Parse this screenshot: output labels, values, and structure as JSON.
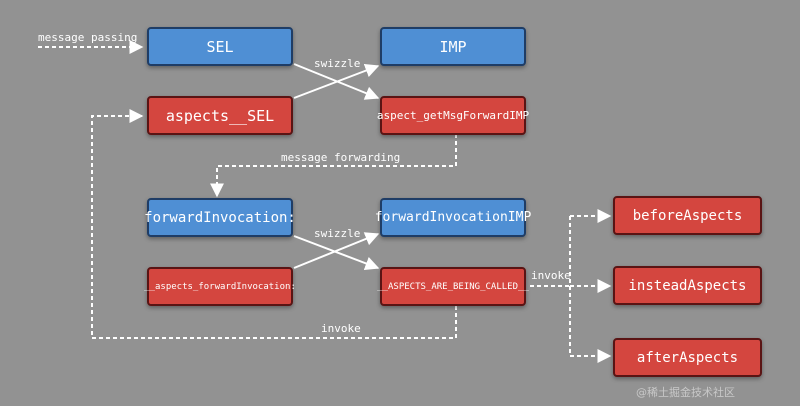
{
  "nodes": {
    "sel": "SEL",
    "imp": "IMP",
    "aspects_sel": "aspects__SEL",
    "aspect_get_msg_forward_imp": "aspect_getMsgForwardIMP",
    "forward_invocation": "forwardInvocation:",
    "forward_invocation_imp": "forwardInvocationIMP",
    "aspects_forward_invocation": "__aspects_forwardInvocation:",
    "aspects_are_being_called": "__ASPECTS_ARE_BEING_CALLED__",
    "before_aspects": "beforeAspects",
    "instead_aspects": "insteadAspects",
    "after_aspects": "afterAspects"
  },
  "labels": {
    "message_passing": "message passing",
    "swizzle_top": "swizzle",
    "message_forwarding": "message forwarding",
    "swizzle_bottom": "swizzle",
    "invoke_right": "invoke",
    "invoke_bottom": "invoke"
  },
  "watermark": "@稀土掘金技术社区",
  "colors": {
    "background": "#929292",
    "blue_node": "#4f8fd4",
    "red_node": "#d4463f"
  }
}
